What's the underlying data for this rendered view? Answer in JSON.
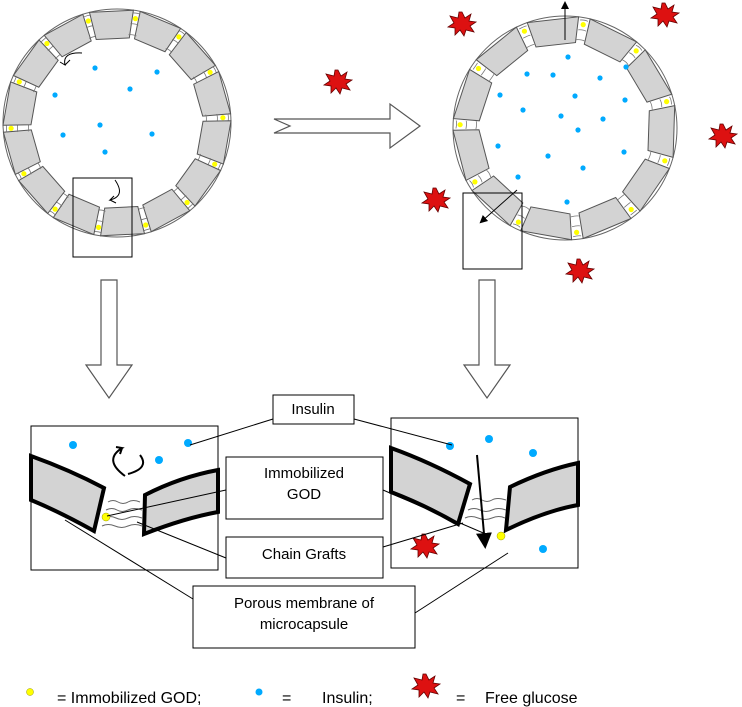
{
  "labels": {
    "insulin": "Insulin",
    "immobilized_god_line1": "Immobilized",
    "immobilized_god_line2": "GOD",
    "chain_grafts": "Chain Grafts",
    "membrane_line1": "Porous membrane of",
    "membrane_line2": "microcapsule"
  },
  "legend": {
    "god": "= Immobilized GOD;",
    "insulin_eq": "=",
    "insulin": "Insulin;",
    "glucose_eq": "=",
    "glucose": "Free glucose"
  },
  "colors": {
    "segment_fill": "#d3d3d3",
    "god_dot": "#ffff00",
    "insulin_dot": "#00aaff",
    "glucose": "#dd1111",
    "glucose_edge": "#660000"
  },
  "icons": {
    "god": "yellow-dot",
    "insulin": "blue-dot",
    "glucose": "red-starburst"
  }
}
